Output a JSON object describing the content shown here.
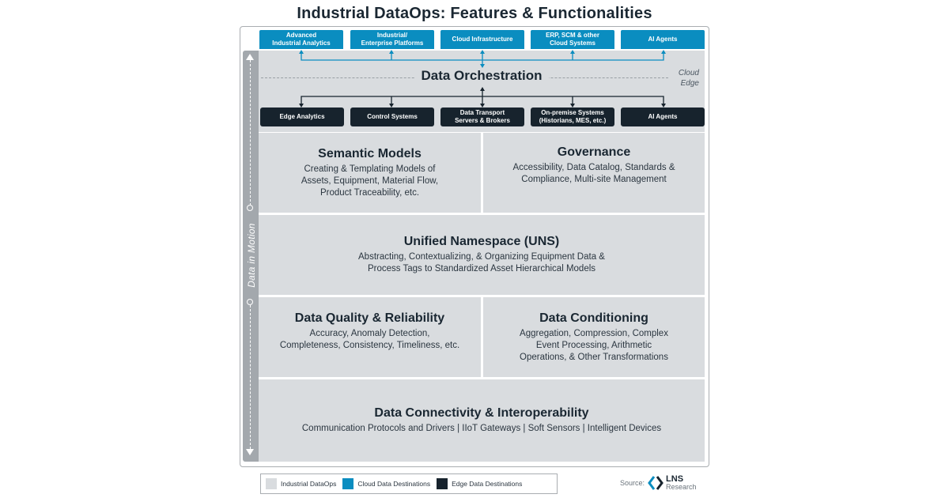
{
  "title": "Industrial DataOps: Features & Functionalities",
  "side_band": {
    "label": "Data in Motion",
    "icon_top": "arrow-up-icon",
    "icon_bottom": "arrow-down-icon"
  },
  "cloud_destinations": [
    {
      "line1": "Advanced",
      "line2": "Industrial Analytics"
    },
    {
      "line1": "Industrial/",
      "line2": "Enterprise Platforms"
    },
    {
      "line1": "Cloud Infrastructure",
      "line2": ""
    },
    {
      "line1": "ERP, SCM & other",
      "line2": "Cloud Systems"
    },
    {
      "line1": "AI Agents",
      "line2": ""
    }
  ],
  "orchestration": {
    "title": "Data Orchestration",
    "cloud_label": "Cloud",
    "edge_label": "Edge"
  },
  "edge_destinations": [
    {
      "line1": "Edge Analytics",
      "line2": ""
    },
    {
      "line1": "Control Systems",
      "line2": ""
    },
    {
      "line1": "Data Transport",
      "line2": "Servers & Brokers"
    },
    {
      "line1": "On-premise Systems",
      "line2": "(Historians, MES, etc.)"
    },
    {
      "line1": "AI Agents",
      "line2": ""
    }
  ],
  "layers": {
    "semantic": {
      "title": "Semantic Models",
      "lines": [
        "Creating & Templating Models of",
        "Assets, Equipment, Material Flow,",
        "Product Traceability, etc."
      ]
    },
    "governance": {
      "title": "Governance",
      "lines": [
        "Accessibility, Data Catalog, Standards &",
        "Compliance, Multi-site Management"
      ]
    },
    "uns": {
      "title": "Unified Namespace (UNS)",
      "lines": [
        "Abstracting, Contextualizing, & Organizing Equipment Data &",
        "Process Tags to Standardized Asset Hierarchical Models"
      ]
    },
    "quality": {
      "title": "Data Quality & Reliability",
      "lines": [
        "Accuracy, Anomaly Detection,",
        "Completeness, Consistency, Timeliness, etc."
      ]
    },
    "conditioning": {
      "title": "Data Conditioning",
      "lines": [
        "Aggregation, Compression, Complex",
        "Event Processing, Arithmetic",
        "Operations, & Other Transformations"
      ]
    },
    "connectivity": {
      "title": "Data Connectivity & Interoperability",
      "lines": [
        "Communication Protocols and Drivers | IIoT Gateways | Soft Sensors | Intelligent Devices"
      ]
    }
  },
  "legend": [
    {
      "label": "Industrial DataOps",
      "color": "#d9dcdf"
    },
    {
      "label": "Cloud Data Destinations",
      "color": "#0a8dc0"
    },
    {
      "label": "Edge Data Destinations",
      "color": "#17232d"
    }
  ],
  "source": {
    "prefix": "Source:",
    "brand": "LNS",
    "brand_sub": "Research"
  },
  "colors": {
    "cloud": "#0a8dc0",
    "edge": "#17232d",
    "dataops": "#d9dcdf",
    "band": "#a3a8ad"
  }
}
